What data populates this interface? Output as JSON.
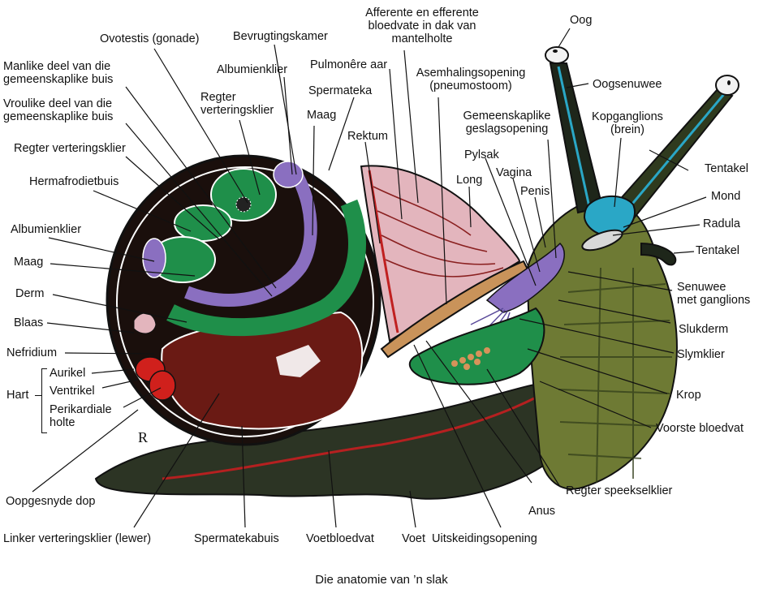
{
  "title": "Die anatomie van 'n slak",
  "caption": "Die anatomie van ’n slak",
  "colors": {
    "shell_dark": "#1a0f0c",
    "gut_green": "#1f8f4a",
    "gland_purple": "#8a6fc0",
    "liver_brown": "#6a1a14",
    "heart_red": "#d0201c",
    "lung_pink": "#e3b5bd",
    "foot_dark": "#2c3424",
    "body_olive": "#6e7a34",
    "head_cyan": "#2aa7c6",
    "eye_white": "#f2f2f2",
    "line_color": "#111111"
  },
  "labels": {
    "ovotestis": "Ovotestis (gonade)",
    "bevrugtingskamer": "Bevrugtingskamer",
    "afferente_1": "Afferente en efferente",
    "afferente_2": "bloedvate  in dak van",
    "afferente_3": "mantelholte",
    "oog": "Oog",
    "manlike_1": "Manlike deel van die",
    "manlike_2": "gemeenskaplike buis",
    "albumienklier_top": "Albumienklier",
    "pulmonere_aar": "Pulmonêre aar",
    "asemhaling_1": "Asemhalingsopening",
    "asemhaling_2": "(pneumostoom)",
    "oogsenuwee": "Oogsenuwee",
    "vroulike_1": "Vroulike deel van die",
    "vroulike_2": "gemeenskaplike buis",
    "regter_vert_top_1": "Regter",
    "regter_vert_top_2": "verteringsklier",
    "spermateka": "Spermateka",
    "maag_top": "Maag",
    "kopganglions_1": "Kopganglions",
    "kopganglions_2": "(brein)",
    "gemeenskaplike_1": "Gemeenskaplike",
    "gemeenskaplike_2": "geslagsopening",
    "regter_vert_left": "Regter verteringsklier",
    "rektum": "Rektum",
    "pylsak": "Pylsak",
    "tentakel_top": "Tentakel",
    "vagina": "Vagina",
    "long": "Long",
    "hermafrodietbuis": "Hermafrodietbuis",
    "penis": "Penis",
    "mond": "Mond",
    "albumienklier_left": "Albumienklier",
    "radula": "Radula",
    "maag_left": "Maag",
    "tentakel_lower": "Tentakel",
    "derm": "Derm",
    "senuwee_1": "Senuwee",
    "senuwee_2": "met ganglions",
    "blaas": "Blaas",
    "slukderm": "Slukderm",
    "nefridium": "Nefridium",
    "slymklier": "Slymklier",
    "aurikel": "Aurikel",
    "ventrikel": "Ventrikel",
    "hart": "Hart",
    "perikardiale_1": "Perikardiale",
    "perikardiale_2": "holte",
    "krop": "Krop",
    "voorste_bloedvat": "Voorste bloedvat",
    "regter_speekselklier": "Regter speekselklier",
    "oopgesnyde_dop": "Oopgesnyde dop",
    "anus": "Anus",
    "linker_vert": "Linker verteringsklier (lewer)",
    "spermatekabuis": "Spermatekabuis",
    "voetbloedvat": "Voetbloedvat",
    "voet": "Voet",
    "uitskeidingsopening": "Uitskeidingsopening"
  }
}
